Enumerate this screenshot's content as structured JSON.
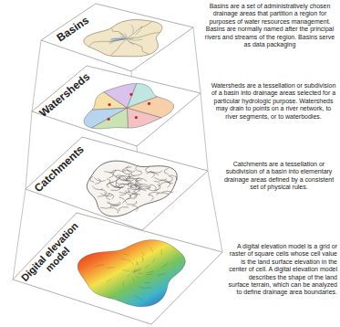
{
  "diagram": {
    "nodes": [
      {
        "text": [
          "Basins"
        ]
      },
      {
        "text": [
          "Watersheds"
        ]
      },
      {
        "text": [
          "Catchments"
        ]
      },
      {
        "text": [
          "Digital elevation model"
        ]
      }
    ],
    "labels": [
      "Basins are a set of administratively chosen drainage areas that partition a region for purposes of water resources management. Basins are normally named after the principal rivers and streams of the region. Basins serve as data packaging",
      "Watersheds are a tessellation or subdivision of a basin into drainage areas selected for a particular hydrologic purpose. Watersheds may drain to points on a river network, to river segments, or to waterbodies.",
      "Catchments are a tessellation or subdivision of a basin into elementary drainage areas defined by a consistent set of physical rules.",
      "A digital elevation model is a grid or raster of square cells whose cell value is the land surface elevation in the center of cell. A digital elevation model describes the shape of the land surface terrain, which can be analyzed to define drainage area boundaries."
    ]
  }
}
